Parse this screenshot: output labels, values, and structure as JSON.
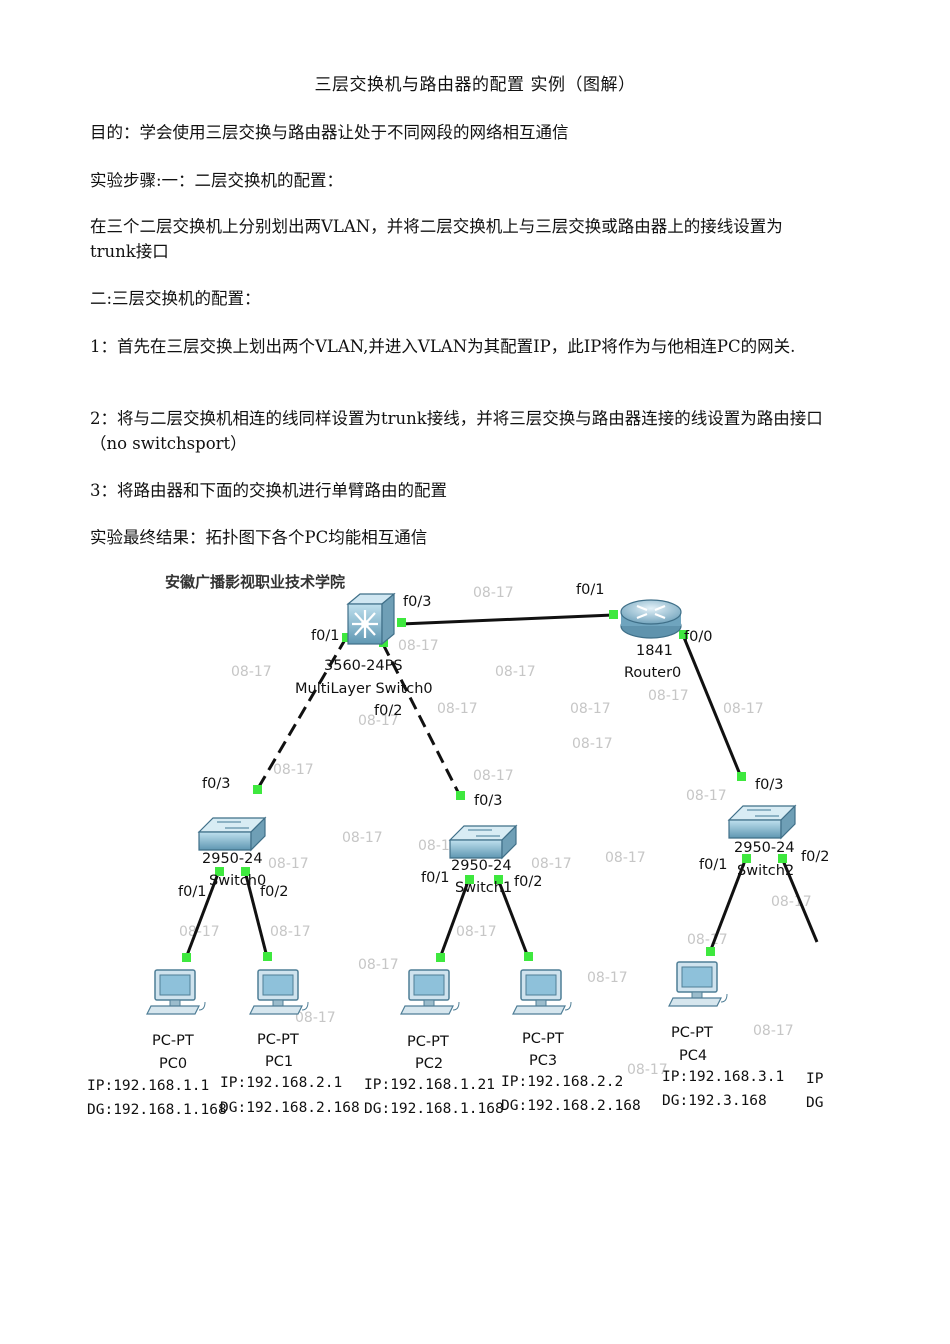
{
  "document": {
    "title": "三层交换机与路由器的配置 实例（图解）",
    "paragraphs": [
      "目的：学会使用三层交换与路由器让处于不同网段的网络相互通信",
      "实验步骤:一：二层交换机的配置：",
      "在三个二层交换机上分别划出两VLAN，并将二层交换机上与三层交换或路由器上的接线设置为trunk接口",
      "二:三层交换机的配置：",
      "1：首先在三层交换上划出两个VLAN,并进入VLAN为其配置IP，此IP将作为与他相连PC的网关.",
      "2：将与二层交换机相连的线同样设置为trunk接线，并将三层交换与路由器连接的线设置为路由接口（no switchsport）",
      "3：将路由器和下面的交换机进行单臂路由的配置",
      "实验最终结果：拓扑图下各个PC均能相互通信"
    ]
  },
  "diagram": {
    "school": "安徽广播影视职业技术学院",
    "watermark": "08-17",
    "devices": {
      "ml_switch": {
        "model": "3560-24PS",
        "name": "MultiLayer Switch0"
      },
      "router": {
        "model": "1841",
        "name": "Router0"
      },
      "switch0": {
        "model": "2950-24",
        "name": "Switch0"
      },
      "switch1": {
        "model": "2950-24",
        "name": "Switch1"
      },
      "switch2": {
        "model": "2950-24",
        "name": "Switch2"
      }
    },
    "ports": {
      "ml_f03": "f0/3",
      "ml_f01": "f0/1",
      "ml_f02": "f0/2",
      "r_f01": "f0/1",
      "r_f00": "f0/0",
      "s0_f03": "f0/3",
      "s0_f01": "f0/1",
      "s0_f02": "f0/2",
      "s1_f03": "f0/3",
      "s1_f01": "f0/1",
      "s1_f02": "f0/2",
      "s2_f03": "f0/3",
      "s2_f01": "f0/1",
      "s2_f02": "f0/2"
    },
    "pcs": [
      {
        "type": "PC-PT",
        "name": "PC0",
        "ip": "IP:192.168.1.1",
        "dg": "DG:192.168.1.168"
      },
      {
        "type": "PC-PT",
        "name": "PC1",
        "ip": "IP:192.168.2.1",
        "dg": "DG:192.168.2.168"
      },
      {
        "type": "PC-PT",
        "name": "PC2",
        "ip": "IP:192.168.1.21",
        "dg": "DG:192.168.1.168"
      },
      {
        "type": "PC-PT",
        "name": "PC3",
        "ip": "IP:192.168.2.2",
        "dg": "DG:192.168.2.168"
      },
      {
        "type": "PC-PT",
        "name": "PC4",
        "ip": "IP:192.168.3.1",
        "dg": "DG:192.3.168"
      },
      {
        "ip": "IP",
        "dg": "DG"
      }
    ],
    "colors": {
      "link": "#111111",
      "port_ok": "#3ee83e",
      "device": "#7fb0c8",
      "watermark": "#c6c6c6"
    }
  }
}
